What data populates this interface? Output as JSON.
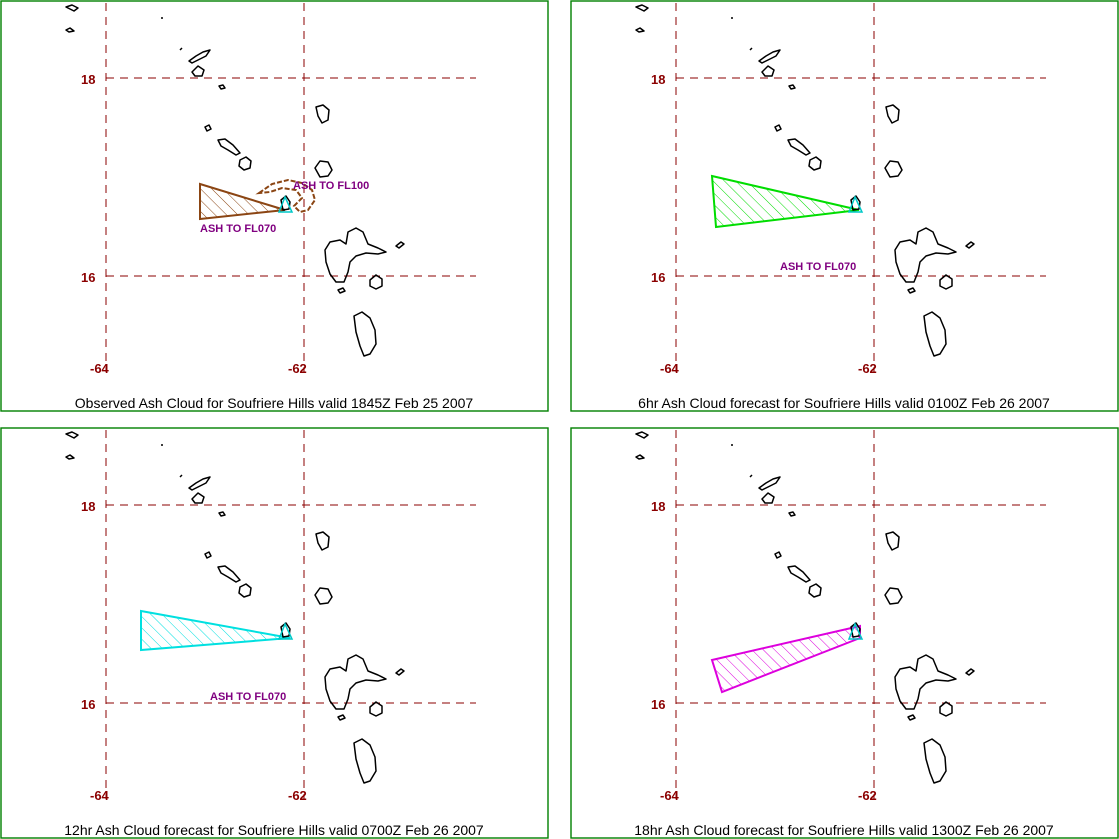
{
  "panels": [
    {
      "caption": "Observed Ash Cloud for Soufriere  Hills valid 1845Z Feb 25 2007",
      "lat_labels": [
        "18",
        "16"
      ],
      "lon_labels": [
        "-64",
        "-62"
      ],
      "ash_label_1": "ASH TO FL070",
      "ash_label_2": "ASH TO FL100",
      "ash_color": "#8B4513"
    },
    {
      "caption": "6hr Ash Cloud forecast for Soufriere  Hills valid 0100Z Feb 26 2007",
      "lat_labels": [
        "18",
        "16"
      ],
      "lon_labels": [
        "-64",
        "-62"
      ],
      "ash_label_1": "ASH TO FL070",
      "ash_color": "#00dd00"
    },
    {
      "caption": "12hr Ash Cloud forecast for Soufriere  Hills valid 0700Z Feb 26 2007",
      "lat_labels": [
        "18",
        "16"
      ],
      "lon_labels": [
        "-64",
        "-62"
      ],
      "ash_label_1": "ASH TO FL070",
      "ash_color": "#00e0e0"
    },
    {
      "caption": "18hr Ash Cloud forecast for Soufriere  Hills valid 1300Z Feb 26 2007",
      "lat_labels": [
        "18",
        "16"
      ],
      "lon_labels": [
        "-64",
        "-62"
      ],
      "ash_color": "#dd00dd"
    }
  ],
  "colors": {
    "frame": "#008000",
    "grid": "#8b0000",
    "label": "#800080",
    "volcano_marker": "#00c8c8"
  },
  "icons": {
    "volcano": "volcano-marker-icon"
  }
}
